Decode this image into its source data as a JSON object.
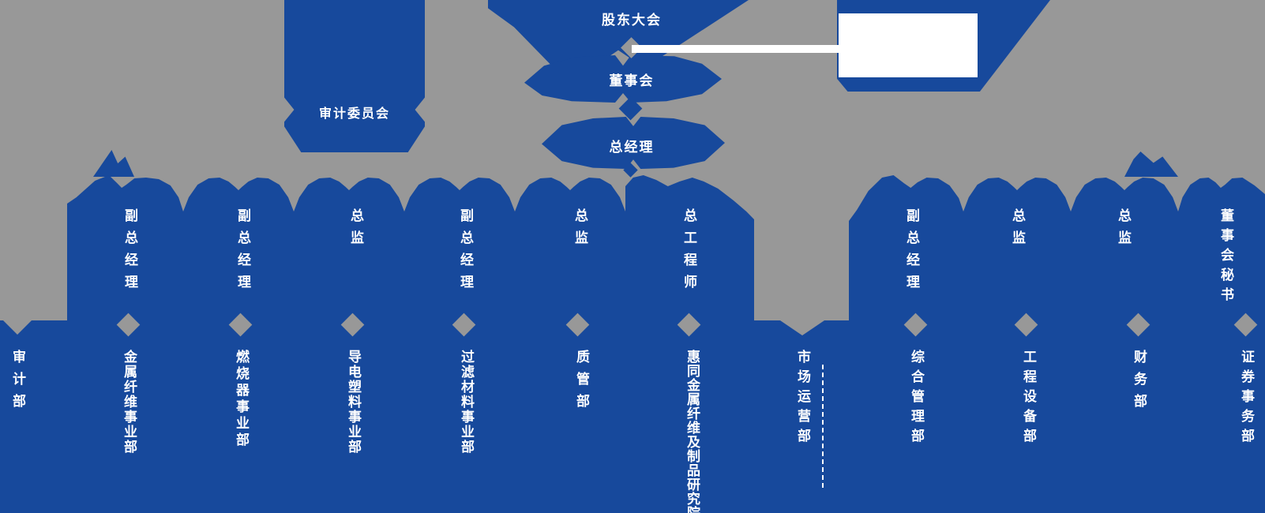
{
  "colors": {
    "background": "#989898",
    "primary_blue": "#17499c",
    "label_text": "#ffffff",
    "callout_box": "#ffffff"
  },
  "nodes": {
    "shareholders_meeting": "股东大会",
    "board_of_directors": "董事会",
    "general_manager": "总经理",
    "audit_committee": "审计委员会"
  },
  "executives": [
    "副总经理",
    "副总经理",
    "总监",
    "副总经理",
    "总监",
    "总工程师",
    "副总经理",
    "总监",
    "总监",
    "董事会秘书"
  ],
  "departments": [
    "审计部",
    "金属纤维事业部",
    "燃烧器事业部",
    "导电塑料事业部",
    "过滤材料事业部",
    "质管部",
    "惠同金属纤维及制品研究院",
    "市场运营部",
    "综合管理部",
    "工程设备部",
    "财务部",
    "证券事务部"
  ]
}
